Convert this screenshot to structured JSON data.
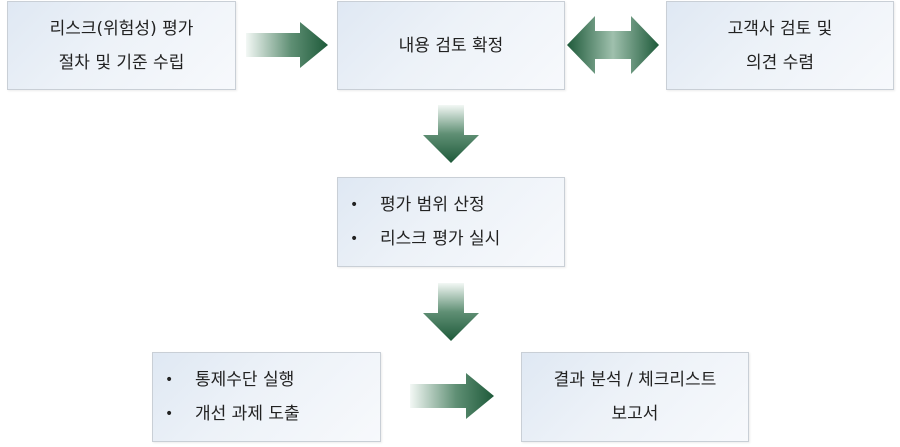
{
  "boxes": {
    "procedure": {
      "lines": [
        "리스크(위험성) 평가",
        "절차 및 기준 수립"
      ]
    },
    "confirm": {
      "lines": [
        "내용 검토 확정"
      ]
    },
    "client": {
      "lines": [
        "고객사 검토 및",
        "의견 수렴"
      ]
    },
    "scope": {
      "bullet": "•",
      "items": [
        "평가 범위 산정",
        "리스크 평가 실시"
      ]
    },
    "control": {
      "bullet": "•",
      "items": [
        "통제수단 실행",
        "개선 과제 도출"
      ]
    },
    "report": {
      "lines": [
        "결과 분석 / 체크리스트",
        "보고서"
      ]
    }
  },
  "colors": {
    "arrow_dark": "#1e5a3a",
    "arrow_light": "#f3f8f5",
    "box_border": "#c9cfd6"
  }
}
